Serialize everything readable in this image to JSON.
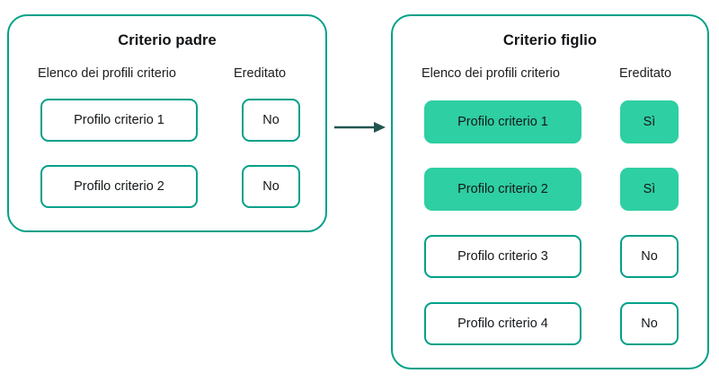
{
  "diagram": {
    "accent_outline_color": "#00A088",
    "accent_fill_color": "#2ECFA2",
    "arrow_color": "#215550",
    "text_color": "#15181b",
    "background_color": "#ffffff",
    "arrow_icon": "arrow-right-icon"
  },
  "parent": {
    "title": "Criterio padre",
    "headers": {
      "profiles": "Elenco dei profili criterio",
      "inherited": "Ereditato"
    },
    "rows": [
      {
        "profile": "Profilo criterio 1",
        "inherited": "No",
        "highlighted": false
      },
      {
        "profile": "Profilo criterio 2",
        "inherited": "No",
        "highlighted": false
      }
    ]
  },
  "child": {
    "title": "Criterio figlio",
    "headers": {
      "profiles": "Elenco dei profili criterio",
      "inherited": "Ereditato"
    },
    "rows": [
      {
        "profile": "Profilo criterio 1",
        "inherited": "Sì",
        "highlighted": true
      },
      {
        "profile": "Profilo criterio 2",
        "inherited": "Sì",
        "highlighted": true
      },
      {
        "profile": "Profilo criterio 3",
        "inherited": "No",
        "highlighted": false
      },
      {
        "profile": "Profilo criterio 4",
        "inherited": "No",
        "highlighted": false
      }
    ]
  }
}
